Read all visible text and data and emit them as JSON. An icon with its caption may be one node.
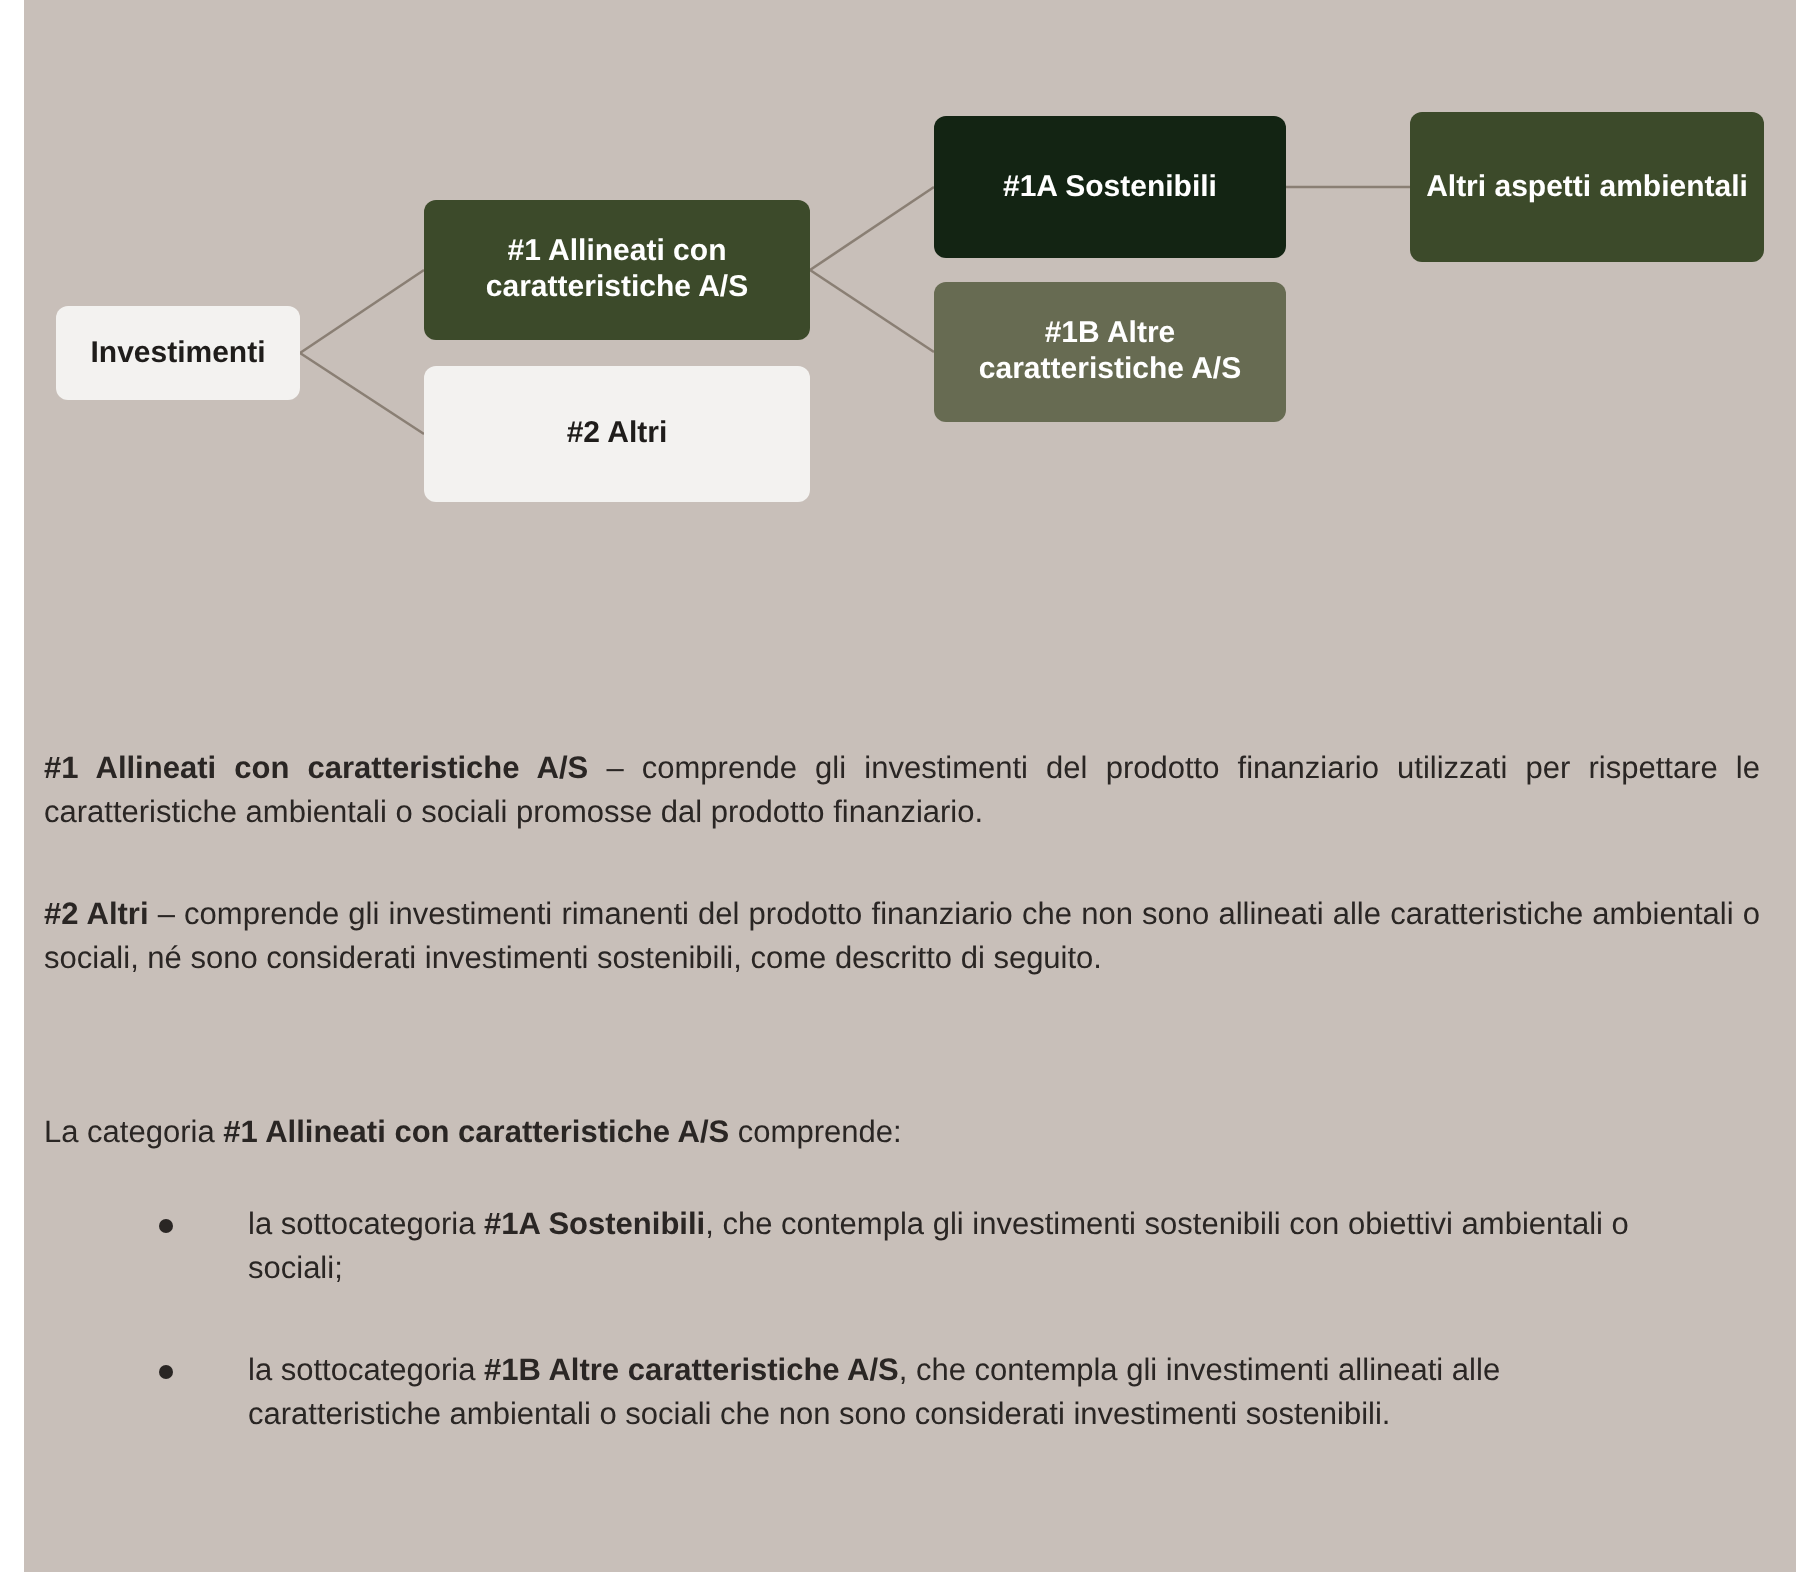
{
  "diagram": {
    "nodes": [
      {
        "text": [
          "Investimenti"
        ]
      },
      {
        "text": [
          "#1 Allineati con caratteristiche A/S"
        ]
      },
      {
        "text": [
          "#2 Altri"
        ]
      },
      {
        "text": [
          "#1A Sostenibili"
        ]
      },
      {
        "text": [
          "#1B Altre caratteristiche A/S"
        ]
      },
      {
        "text": [
          "Altri aspetti ambientali"
        ]
      }
    ],
    "edges": [
      {
        "from": 0,
        "to": 1,
        "arrow": "none"
      },
      {
        "from": 0,
        "to": 2,
        "arrow": "none"
      },
      {
        "from": 1,
        "to": 3,
        "arrow": "none"
      },
      {
        "from": 1,
        "to": 4,
        "arrow": "none"
      },
      {
        "from": 3,
        "to": 5,
        "arrow": "none"
      }
    ],
    "labels": [
      "**#1 Allineati con caratteristiche A/S** – comprende gli investimenti del prodotto finanziario utilizzati per rispettare le caratteristiche ambientali o sociali promosse dal prodotto finanziario.",
      "**#2 Altri** – comprende gli investimenti rimanenti del prodotto finanziario che non sono allineati alle caratteristiche ambientali o sociali, né sono considerati investimenti sostenibili, come descritto di seguito.",
      "La categoria **#1 Allineati con caratteristiche A/S** comprende:",
      "la sottocategoria **#1A Sostenibili**, che contempla gli investimenti sostenibili con obiettivi ambientali o sociali;",
      "la sottocategoria **#1B Altre caratteristiche A/S**, che contempla gli investimenti allineati alle caratteristiche ambientali o sociali che non sono considerati investimenti sostenibili."
    ]
  }
}
